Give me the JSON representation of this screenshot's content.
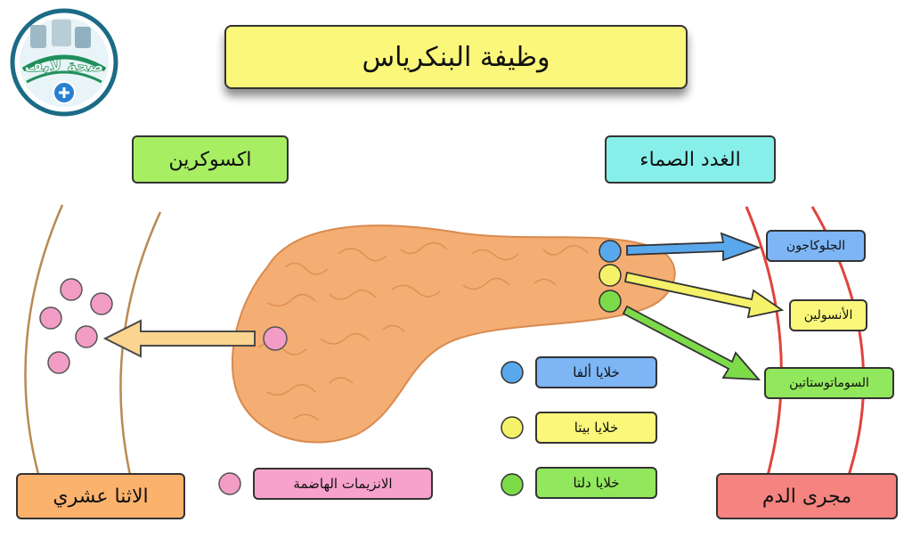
{
  "title": "وظيفة البنكرياس",
  "logo": {
    "text": "صحة لايف"
  },
  "sections": {
    "exocrine": "اكسوكرين",
    "endocrine": "الغدد الصماء"
  },
  "locations": {
    "duodenum": "الاثنا عشري",
    "bloodstream": "مجرى الدم"
  },
  "hormones": {
    "glucagon": "الجلوكاجون",
    "insulin": "الأنسولين",
    "somatostatin": "السوماتوستاتين"
  },
  "legend": {
    "alpha": "خلايا ألفا",
    "beta": "خلايا بيتا",
    "delta": "خلايا دلتا",
    "enzymes": "الانزيمات الهاضمة"
  },
  "colors": {
    "alpha": "#5aa8ec",
    "beta": "#f5f26a",
    "delta": "#7ddb4a",
    "enzymes": "#f29cc6",
    "pancreas": "#f4ad72",
    "blood_vessel": "#e0443c",
    "duodenum_wall": "#b88a52"
  }
}
